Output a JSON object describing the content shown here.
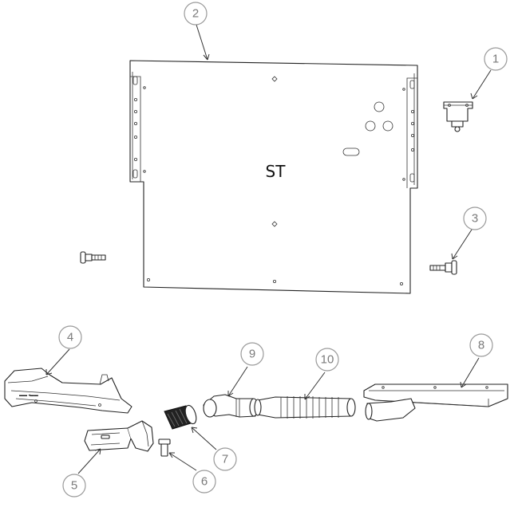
{
  "plate_marking": "ST",
  "callouts": [
    {
      "num": "1",
      "part": "top-right-bracket"
    },
    {
      "num": "2",
      "part": "mounting-plate"
    },
    {
      "num": "3",
      "part": "right-bolt"
    },
    {
      "num": "4",
      "part": "hood-shell"
    },
    {
      "num": "5",
      "part": "handle-clip"
    },
    {
      "num": "6",
      "part": "small-pin"
    },
    {
      "num": "7",
      "part": "ribbed-sleeve"
    },
    {
      "num": "8",
      "part": "base-tray"
    },
    {
      "num": "9",
      "part": "elbow-connector"
    },
    {
      "num": "10",
      "part": "flex-hose"
    }
  ]
}
